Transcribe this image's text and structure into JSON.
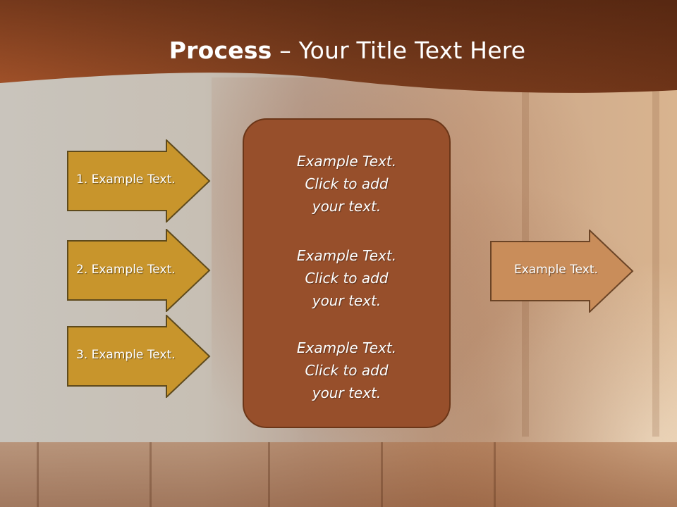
{
  "slide": {
    "title_bold": "Process",
    "title_rest": " – Your Title Text Here",
    "left_steps": [
      {
        "label": "1. Example Text."
      },
      {
        "label": "2. Example Text."
      },
      {
        "label": "3. Example Text."
      }
    ],
    "center_items": [
      {
        "line1": "Example Text.",
        "line2": "Click  to add",
        "line3": "your text."
      },
      {
        "line1": "Example Text.",
        "line2": "Click  to add",
        "line3": "your text."
      },
      {
        "line1": "Example Text.",
        "line2": "Click  to add",
        "line3": "your text."
      }
    ],
    "result": {
      "label": "Example Text."
    }
  },
  "colors": {
    "header": "#7a3d1c",
    "step_arrow": "#c8952c",
    "center_box": "#974f2b",
    "result_arrow": "#c98d5a"
  }
}
